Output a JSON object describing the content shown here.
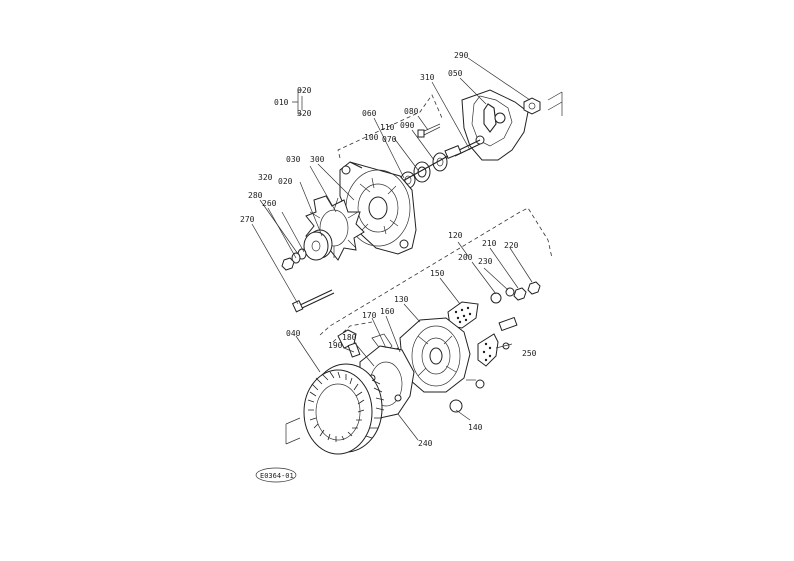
{
  "diagram": {
    "assembly_label": "010",
    "assembly_refs": [
      "020",
      "320"
    ],
    "drawing_code": "E0364-01",
    "callouts": [
      {
        "id": "c290",
        "text": "290"
      },
      {
        "id": "c050",
        "text": "050"
      },
      {
        "id": "c310",
        "text": "310"
      },
      {
        "id": "c060",
        "text": "060"
      },
      {
        "id": "c080",
        "text": "080"
      },
      {
        "id": "c110",
        "text": "110"
      },
      {
        "id": "c090",
        "text": "090"
      },
      {
        "id": "c100",
        "text": "100"
      },
      {
        "id": "c070",
        "text": "070"
      },
      {
        "id": "c030",
        "text": "030"
      },
      {
        "id": "c300",
        "text": "300"
      },
      {
        "id": "c320",
        "text": "320"
      },
      {
        "id": "c020",
        "text": "020"
      },
      {
        "id": "c280",
        "text": "280"
      },
      {
        "id": "c260",
        "text": "260"
      },
      {
        "id": "c270",
        "text": "270"
      },
      {
        "id": "c120",
        "text": "120"
      },
      {
        "id": "c210",
        "text": "210"
      },
      {
        "id": "c220",
        "text": "220"
      },
      {
        "id": "c200",
        "text": "200"
      },
      {
        "id": "c230",
        "text": "230"
      },
      {
        "id": "c150",
        "text": "150"
      },
      {
        "id": "c130",
        "text": "130"
      },
      {
        "id": "c170",
        "text": "170"
      },
      {
        "id": "c160",
        "text": "160"
      },
      {
        "id": "c180",
        "text": "180"
      },
      {
        "id": "c190",
        "text": "190"
      },
      {
        "id": "c040",
        "text": "040"
      },
      {
        "id": "c250",
        "text": "250"
      },
      {
        "id": "c140",
        "text": "140"
      },
      {
        "id": "c240",
        "text": "240"
      }
    ]
  }
}
